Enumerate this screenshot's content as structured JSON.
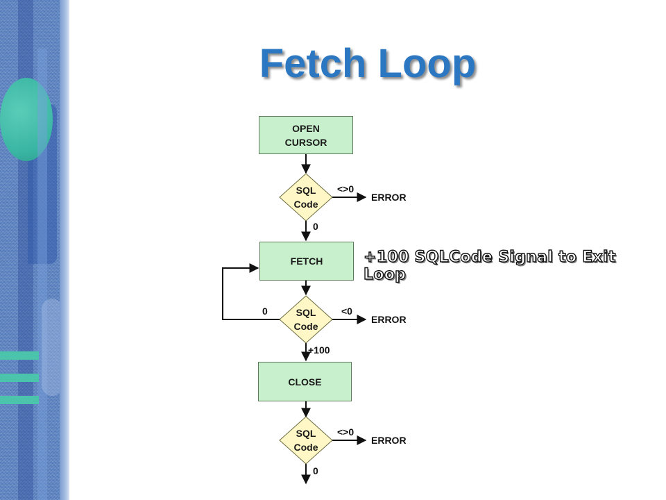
{
  "slide": {
    "title": "Fetch Loop",
    "callout": "+100 SQLCode Signal to Exit Loop"
  },
  "flow": {
    "open_cursor": "OPEN\nCURSOR",
    "fetch": "FETCH",
    "close": "CLOSE",
    "decision1": {
      "line1": "SQL",
      "line2": "Code",
      "right_label": "<>0",
      "down_label": "0",
      "error": "ERROR"
    },
    "decision2": {
      "line1": "SQL",
      "line2": "Code",
      "left_label": "0",
      "right_label": "<0",
      "down_label": "+100",
      "error": "ERROR"
    },
    "decision3": {
      "line1": "SQL",
      "line2": "Code",
      "right_label": "<>0",
      "down_label": "0",
      "error": "ERROR"
    }
  },
  "colors": {
    "box_fill": "#c8f0cc",
    "diamond_fill": "#fff7c6",
    "title": "#2b77c2",
    "sidebar": "#5f86c4",
    "accent": "#4cc4ab"
  }
}
